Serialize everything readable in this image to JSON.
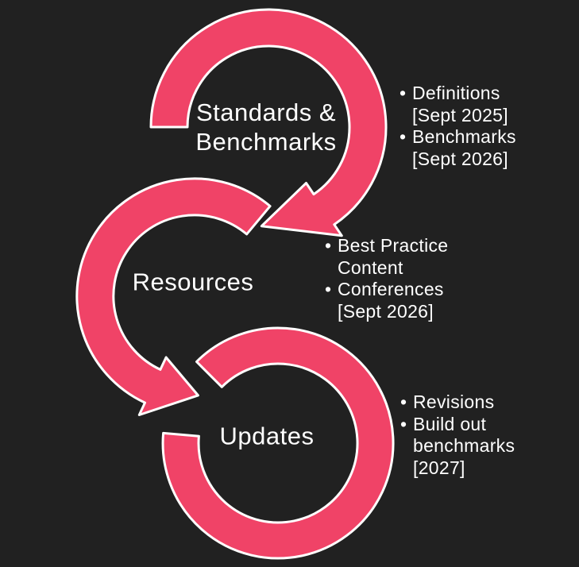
{
  "colors": {
    "background": "#212121",
    "accent": "#F04367",
    "outline": "#FFFFFF",
    "text": "#FFFFFF"
  },
  "stages": [
    {
      "label": "Standards &\nBenchmarks",
      "bullets": [
        "Definitions\n[Sept 2025]",
        "Benchmarks\n[Sept 2026]"
      ]
    },
    {
      "label": "Resources",
      "bullets": [
        "Best Practice\nContent",
        "Conferences\n[Sept 2026]"
      ]
    },
    {
      "label": "Updates",
      "bullets": [
        "Revisions",
        "Build out\nbenchmarks\n[2027]"
      ]
    }
  ]
}
